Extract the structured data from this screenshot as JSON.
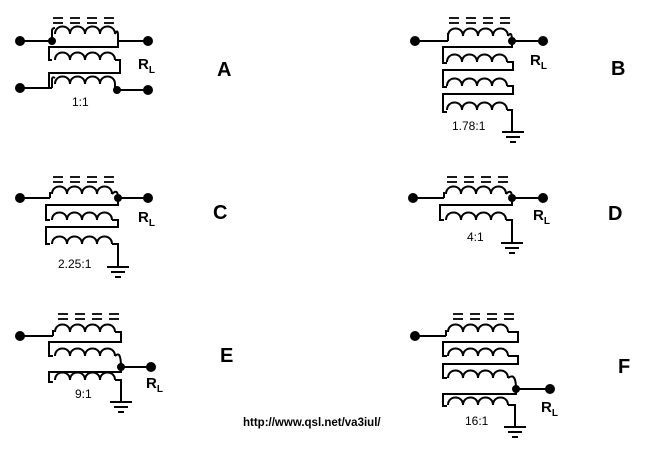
{
  "panels": [
    {
      "letter": "A",
      "ratio": "1:1"
    },
    {
      "letter": "B",
      "ratio": "1.78:1"
    },
    {
      "letter": "C",
      "ratio": "2.25:1"
    },
    {
      "letter": "D",
      "ratio": "4:1"
    },
    {
      "letter": "E",
      "ratio": "9:1"
    },
    {
      "letter": "F",
      "ratio": "16:1"
    }
  ],
  "load_label": {
    "main": "R",
    "sub": "L"
  },
  "url": "http://www.qsl.net/va3iul/"
}
